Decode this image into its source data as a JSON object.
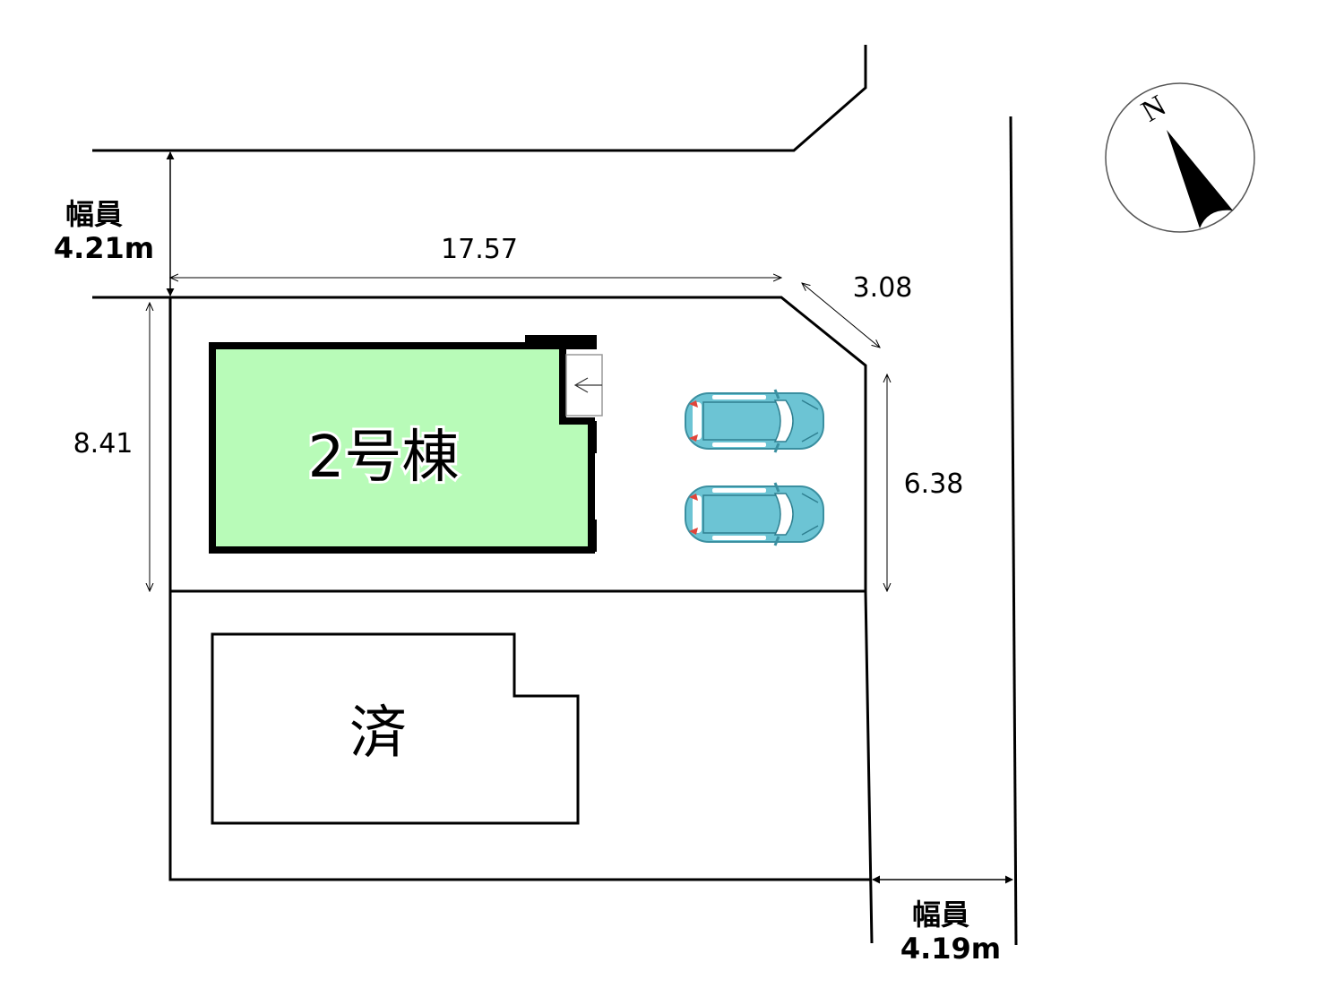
{
  "road_top": {
    "label": "幅員",
    "width": "4.21m"
  },
  "road_right": {
    "label": "幅員",
    "width": "4.19m"
  },
  "dimensions": {
    "top": "17.57",
    "corner": "3.08",
    "left": "8.41",
    "right": "6.38"
  },
  "lot_building": {
    "label": "2号棟",
    "fill": "#b8fbb8"
  },
  "sold_building": {
    "label": "済"
  },
  "compass": {
    "label": "N"
  },
  "car_color": "#6cc4d4",
  "parking_spaces": 2
}
